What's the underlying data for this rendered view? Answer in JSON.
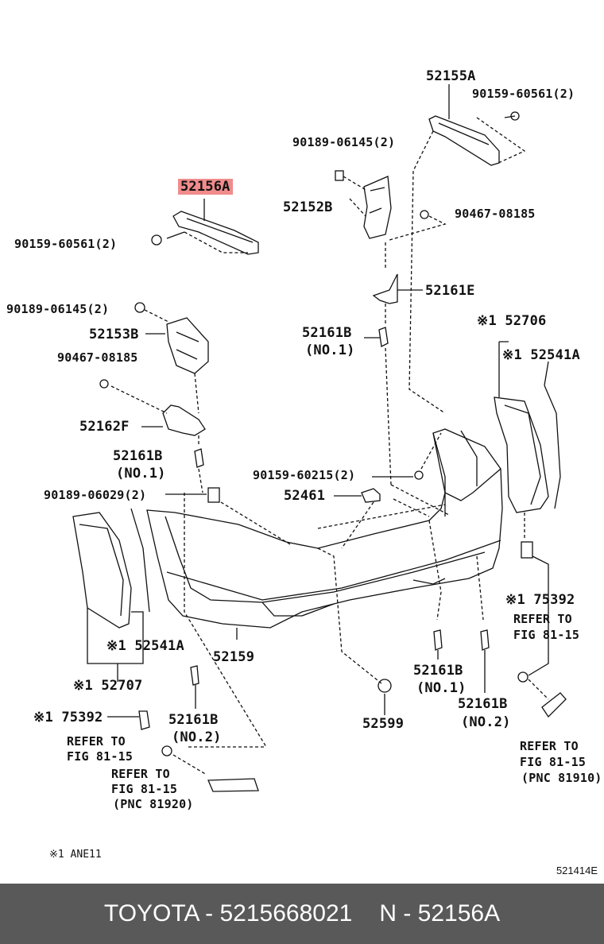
{
  "callouts": {
    "c52155a": "52155A",
    "c90159_top": "90159-60561(2)",
    "c90189_a": "90189-06145(2)",
    "c52156a": "52156A",
    "c52152b": "52152B",
    "c90467_a": "90467-08185",
    "c90159_left": "90159-60561(2)",
    "c52161e": "52161E",
    "c90189_b": "90189-06145(2)",
    "c52153b": "52153B",
    "c52161b_1_top": "52161B",
    "c52161b_1_top_no": "(NO.1)",
    "c52706": "※1 52706",
    "c90467_b": "90467-08185",
    "c52541a_r": "※1 52541A",
    "c52162f": "52162F",
    "c52161b_mid": "52161B",
    "c52161b_mid_no": "(NO.1)",
    "c90159_60215": "90159-60215(2)",
    "c90189_06029": "90189-06029(2)",
    "c52461": "52461",
    "c75392_r": "※1 75392",
    "c_ref_r1": "REFER TO",
    "c_ref_r2": "FIG 81-15",
    "c52541a_l": "※1 52541A",
    "c52159": "52159",
    "c52161b_1_bot": "52161B",
    "c52161b_1_bot_no": "(NO.1)",
    "c52707": "※1 52707",
    "c52161b_2_r": "52161B",
    "c52161b_2_r_no": "(NO.2)",
    "c75392_l": "※1 75392",
    "c52161b_2_l": "52161B",
    "c52161b_2_l_no": "(NO.2)",
    "c52599": "52599",
    "c_ref_l1": "REFER TO",
    "c_ref_l2": "FIG 81-15",
    "c_ref_b1": "REFER TO",
    "c_ref_b2": "FIG 81-15",
    "c_ref_b3": "(PNC 81920)",
    "c_ref_br1": "REFER TO",
    "c_ref_br2": "FIG 81-15",
    "c_ref_br3": "(PNC 81910)"
  },
  "note": "※1 ANE11",
  "illustration_code": "521414E",
  "highlight_color": "#f08c8c",
  "footer": {
    "brand_part": "TOYOTA - 5215668021",
    "pnc": "N - 52156A"
  }
}
